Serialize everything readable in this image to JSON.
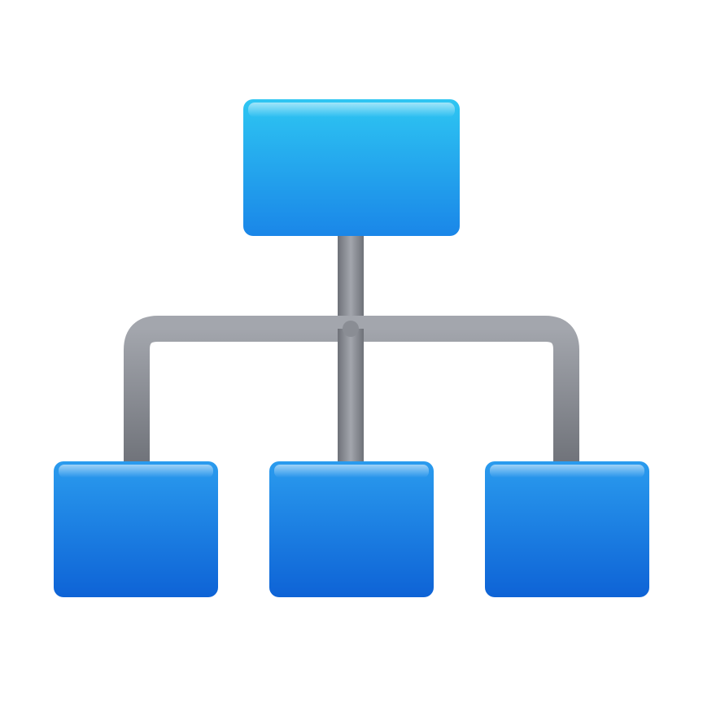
{
  "icon": {
    "name": "org-chart-icon",
    "nodes": [
      "top-node",
      "bottom-left-node",
      "bottom-center-node",
      "bottom-right-node"
    ],
    "colors": {
      "top_node_light": "#2EC6F2",
      "top_node_dark": "#1A86E8",
      "bottom_node_light": "#2A9BEE",
      "bottom_node_dark": "#0E63D6",
      "connector_light": "#A3A6AD",
      "connector_dark": "#6E7178",
      "background": "#FFFFFF"
    }
  }
}
